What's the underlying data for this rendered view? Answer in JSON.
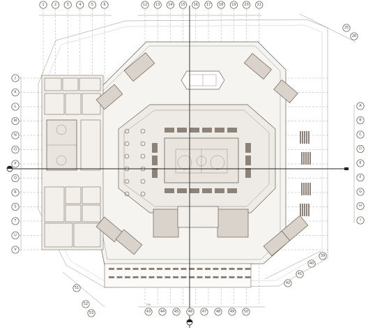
{
  "top_left_bubbles": [
    "1",
    "2",
    "3",
    "4",
    "5",
    "6"
  ],
  "top_right_bubbles": [
    "12",
    "13",
    "14",
    "15",
    "16",
    "17",
    "18",
    "19",
    "20",
    "21"
  ],
  "left_bubbles": [
    "J",
    "K",
    "L",
    "M",
    "N",
    "O",
    "P",
    "Q",
    "R",
    "S",
    "T",
    "U",
    "V"
  ],
  "right_bubbles": [
    "A",
    "B",
    "C",
    "D",
    "E",
    "F",
    "G",
    "H",
    "I"
  ],
  "bottom_bubbles": [
    "43",
    "44",
    "45",
    "46",
    "47",
    "48",
    "49",
    "50"
  ],
  "diag_ne_bubbles": [
    "25",
    "26"
  ],
  "diag_se_bubbles": [
    "39",
    "40",
    "41",
    "42"
  ],
  "diag_sw_bubbles": [
    "51",
    "52",
    "53"
  ],
  "dimension_text": "750",
  "colors": {
    "line": "#5a5048",
    "fill": "#d9d3cb",
    "court": "#e9e4dd",
    "seat": "#8d8278"
  }
}
